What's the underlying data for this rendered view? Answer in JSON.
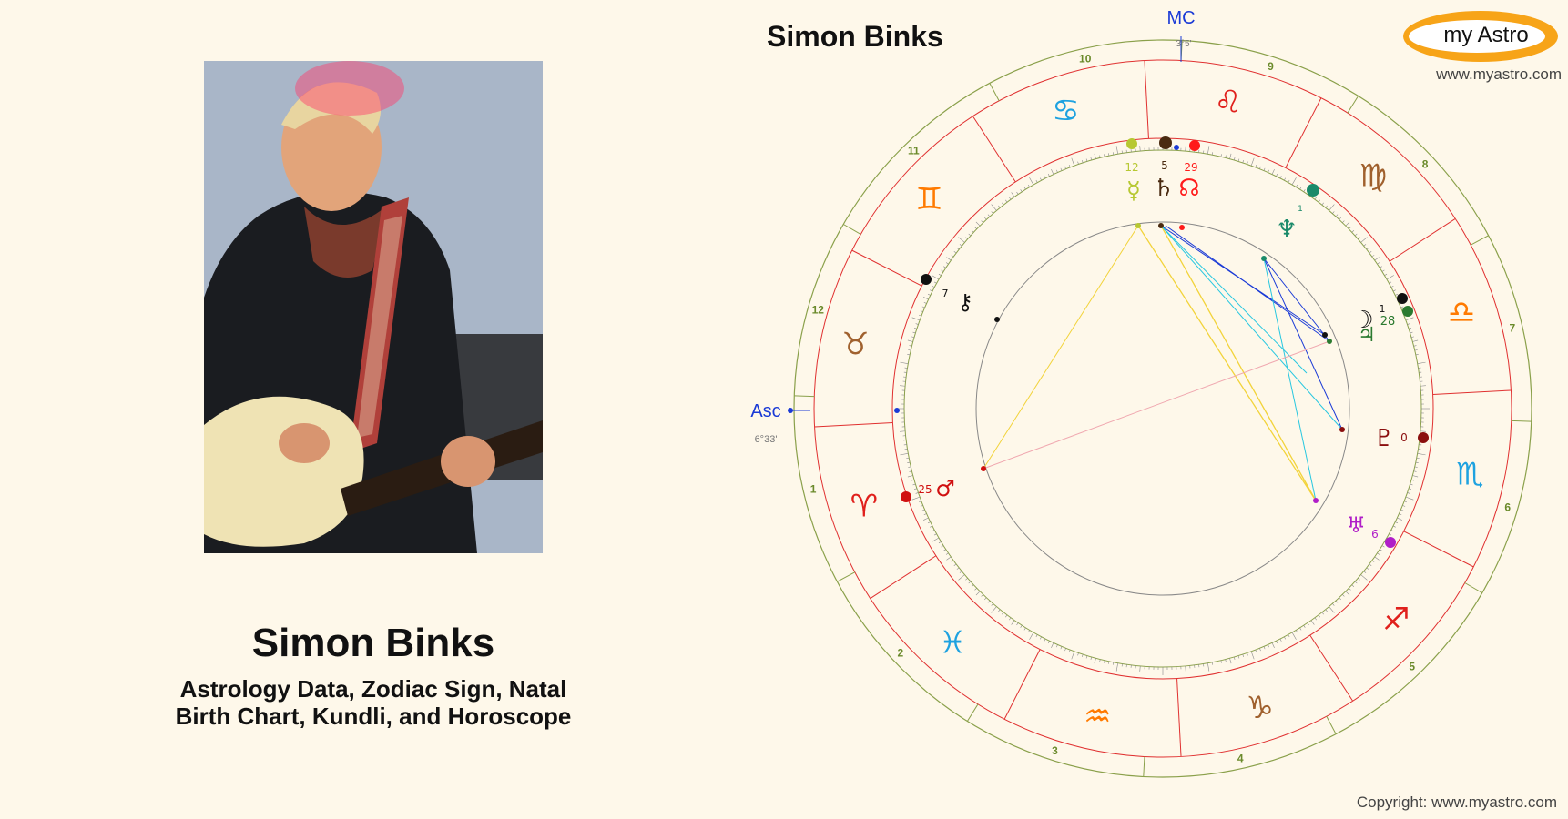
{
  "person": {
    "name": "Simon Binks",
    "subtitle_line1": "Astrology Data, Zodiac Sign, Natal",
    "subtitle_line2": "Birth Chart, Kundli, and Horoscope"
  },
  "chart": {
    "title": "Simon Binks",
    "mc_label": "MC",
    "mc_degree": "3°5'",
    "asc_label": "Asc",
    "asc_degree": "6°33'",
    "houses": [
      "1",
      "2",
      "3",
      "4",
      "5",
      "6",
      "7",
      "8",
      "9",
      "10",
      "11",
      "12"
    ],
    "planet_degrees": {
      "mercury": "12",
      "saturn": "5",
      "node": "29",
      "neptune": "1",
      "chiron": "7",
      "moon": "28",
      "jupiter": "1",
      "pluto": "0",
      "uranus": "6",
      "mars": "25"
    },
    "sign_colors": {
      "fire": "#e0201c",
      "earth": "#a0612e",
      "air": "#ff7a00",
      "water": "#1ea2e0"
    }
  },
  "branding": {
    "logo_my": "my",
    "logo_astro": "Astro",
    "site": "www.myastro.com",
    "copyright": "Copyright: www.myastro.com"
  }
}
